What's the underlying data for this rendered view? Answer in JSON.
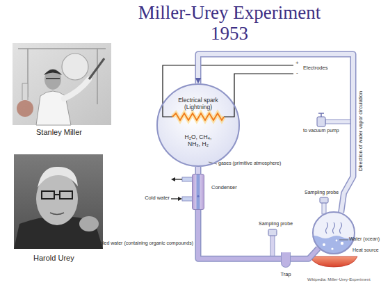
{
  "diagram": {
    "title": "Miller-Urey Experiment 1953",
    "nodes": [
      {
        "text": [
          "Electrical spark (Lightning)",
          "H₂O, CH₄, NH₃, H₂"
        ]
      },
      {
        "text": [
          "Condenser"
        ]
      },
      {
        "text": [
          "Trap"
        ]
      },
      {
        "text": [
          "Water (ocean)"
        ]
      }
    ],
    "edges": [
      {
        "from": 0,
        "to": 1,
        "arrow": "none"
      },
      {
        "from": 1,
        "to": 2,
        "arrow": "none"
      },
      {
        "from": 2,
        "to": 3,
        "arrow": "none"
      },
      {
        "from": 3,
        "to": 0,
        "arrow": "to"
      }
    ],
    "labels": [
      "Stanley Miller",
      "Harold Urey",
      "+",
      "-",
      "Electrodes",
      "gases (primitive atmosphere)",
      "to vacuum pump",
      "Direction of water vapor circulation",
      "Sampling probe",
      "Cold water",
      "Sampling probe",
      "Cooled water (containing organic compounds)",
      "Heat source",
      "Wikipedia: Miller-Urey-Experiment"
    ]
  }
}
